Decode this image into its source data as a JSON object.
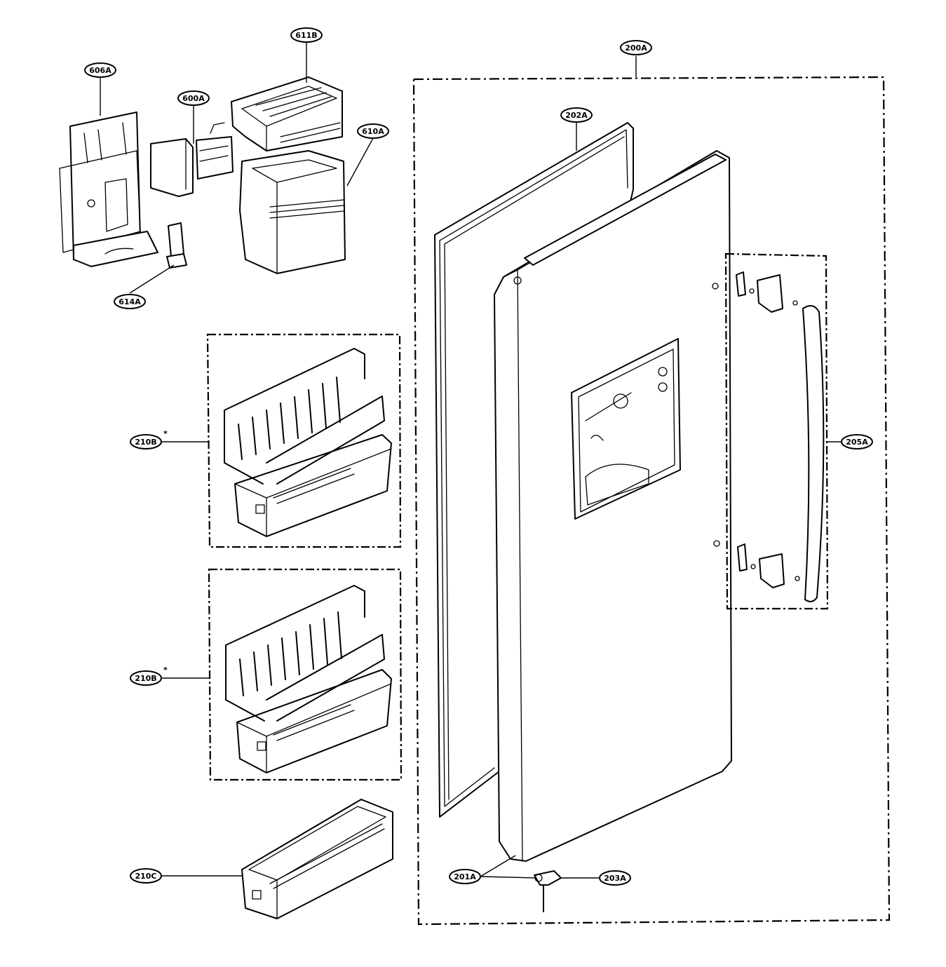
{
  "labels": {
    "l606A": "606A",
    "l611B": "611B",
    "l600A": "600A",
    "l610A": "610A",
    "l614A": "614A",
    "l200A": "200A",
    "l202A": "202A",
    "l205A": "205A",
    "l210B_1": "210B",
    "l210B_2": "210B",
    "l210C": "210C",
    "l201A": "201A",
    "l203A": "203A",
    "asterisk": "*"
  }
}
